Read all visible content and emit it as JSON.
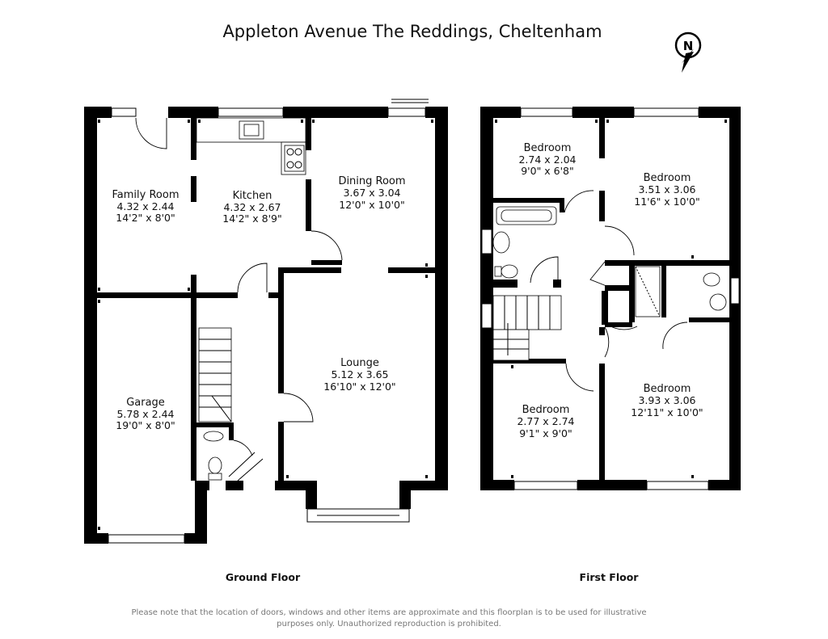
{
  "title": "Appleton Avenue The Reddings, Cheltenham",
  "compass": {
    "label": "N"
  },
  "ground_floor": {
    "label": "Ground Floor",
    "rooms": [
      {
        "name": "Family Room",
        "metric": "4.32 x 2.44",
        "imperial": "14'2\" x 8'0\""
      },
      {
        "name": "Kitchen",
        "metric": "4.32 x 2.67",
        "imperial": "14'2\" x 8'9\""
      },
      {
        "name": "Dining Room",
        "metric": "3.67 x 3.04",
        "imperial": "12'0\" x 10'0\""
      },
      {
        "name": "Lounge",
        "metric": "5.12 x 3.65",
        "imperial": "16'10\" x 12'0\""
      },
      {
        "name": "Garage",
        "metric": "5.78 x 2.44",
        "imperial": "19'0\" x 8'0\""
      }
    ]
  },
  "first_floor": {
    "label": "First Floor",
    "rooms": [
      {
        "name": "Bedroom",
        "metric": "2.74 x 2.04",
        "imperial": "9'0\" x 6'8\""
      },
      {
        "name": "Bedroom",
        "metric": "3.51 x 3.06",
        "imperial": "11'6\" x 10'0\""
      },
      {
        "name": "Bedroom",
        "metric": "2.77 x 2.74",
        "imperial": "9'1\" x 9'0\""
      },
      {
        "name": "Bedroom",
        "metric": "3.93 x 3.06",
        "imperial": "12'11\" x 10'0\""
      }
    ]
  },
  "disclaimer": {
    "line1": "Please note that the location of doors, windows and other items are approximate and this floorplan is to be used for illustrative",
    "line2": "purposes only. Unauthorized reproduction is prohibited."
  }
}
